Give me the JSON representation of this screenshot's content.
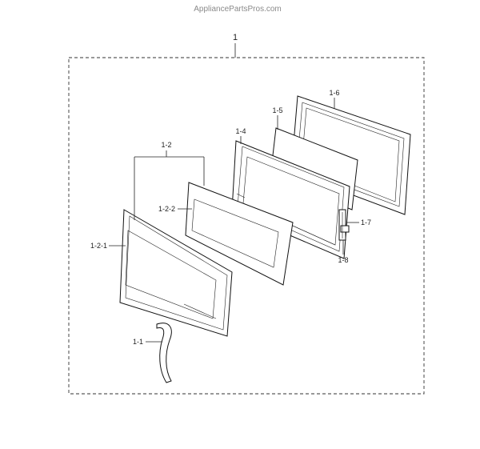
{
  "watermark": "AppliancePartsPros.com",
  "assembly_label": "1",
  "callouts": {
    "c1_2": "1-2",
    "c1_2_2": "1-2-2",
    "c1_2_1": "1-2-1",
    "c1_1": "1-1",
    "c1_4": "1-4",
    "c1_5": "1-5",
    "c1_6": "1-6",
    "c1_7": "1-7",
    "c1_8": "1-8"
  }
}
